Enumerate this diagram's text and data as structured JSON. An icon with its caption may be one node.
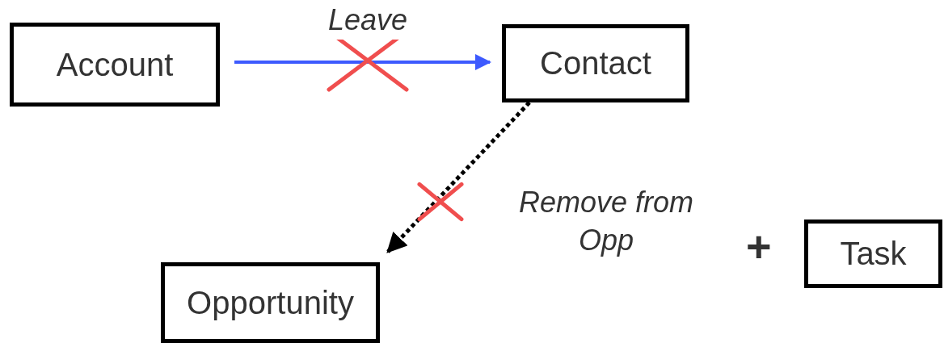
{
  "diagram": {
    "nodes": [
      {
        "text": [
          "Account"
        ]
      },
      {
        "text": [
          "Contact"
        ]
      },
      {
        "text": [
          "Opportunity"
        ]
      },
      {
        "text": [
          "Task"
        ]
      }
    ],
    "edges": [
      {
        "from": 0,
        "to": 1,
        "arrow": "to",
        "label": "Leave",
        "color": "#3d5afe"
      },
      {
        "from": 1,
        "to": 2,
        "arrow": "to",
        "label": "Remove from Opp",
        "style": "dashed",
        "color": "#000000"
      }
    ],
    "labels": [
      "+"
    ]
  }
}
